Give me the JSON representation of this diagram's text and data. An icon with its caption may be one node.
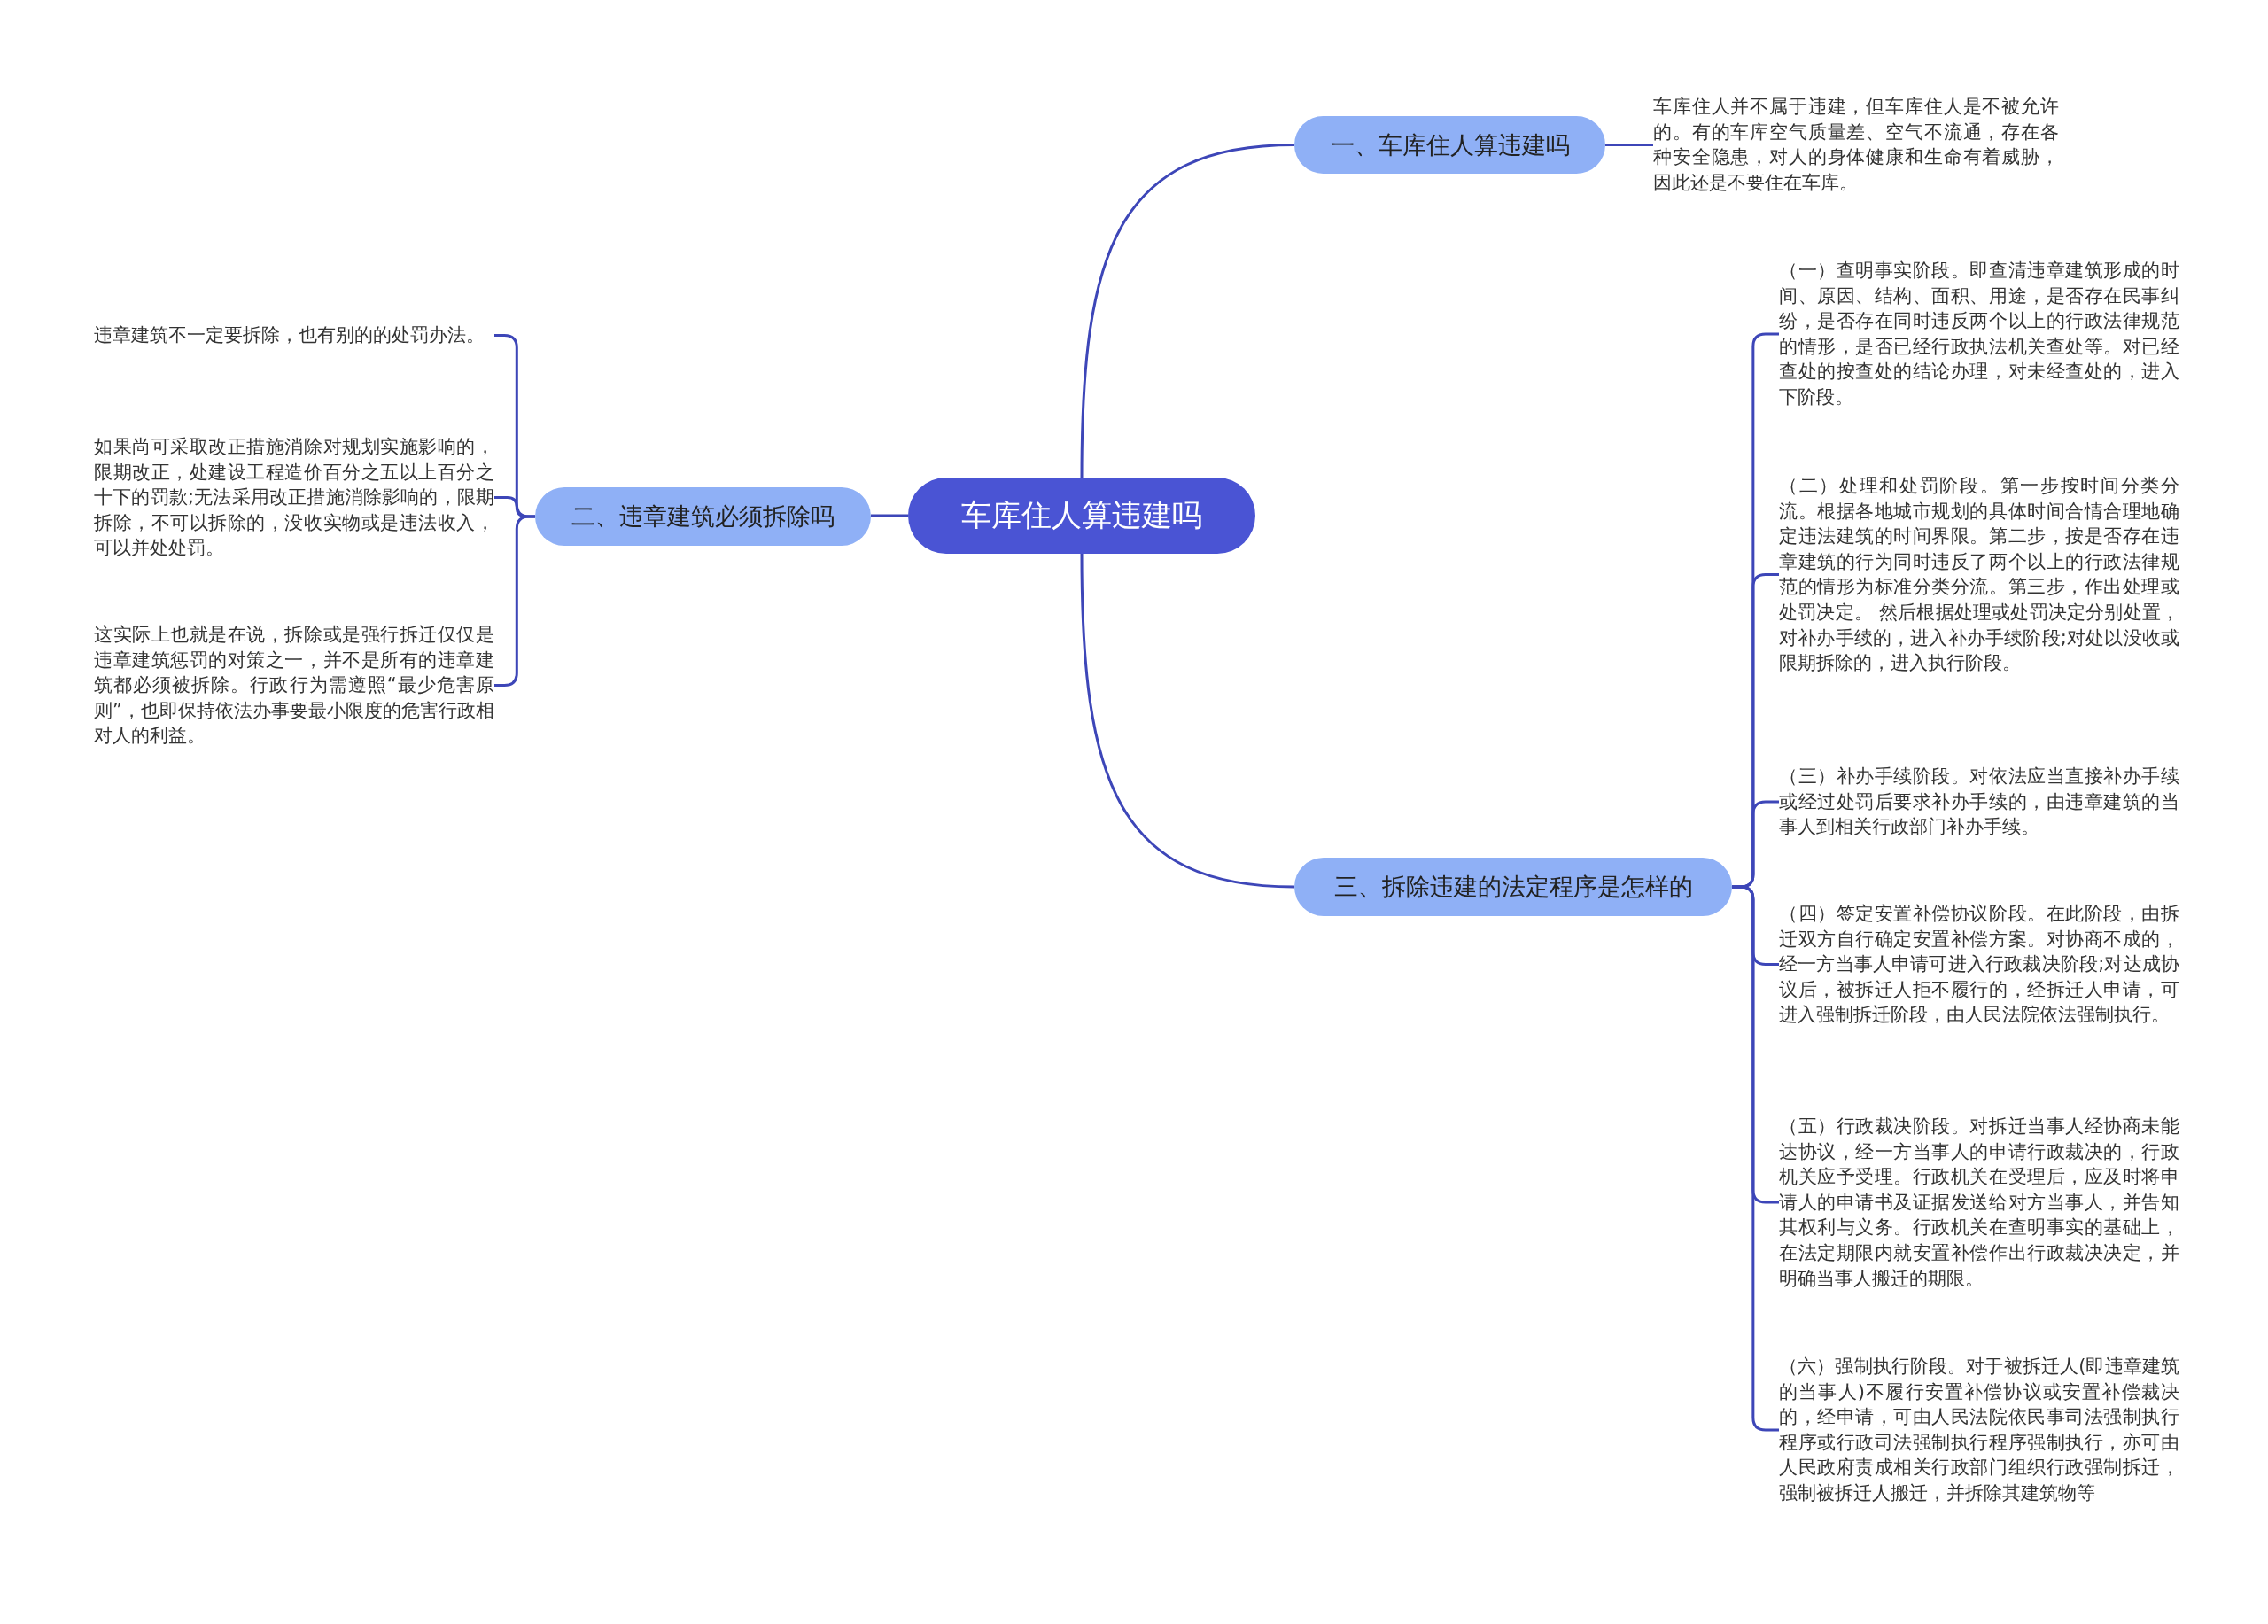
{
  "diagram": {
    "nodes": [
      {
        "text": [
          "车库住人算违建吗"
        ]
      },
      {
        "text": [
          "一、车库住人算违建吗"
        ]
      },
      {
        "text": [
          "车库住人并不属于违建，但车库住人是不被允许的。有的车库空气质量差、空气不流通，存在各种安全隐患，对人的身体健康和生命有着威胁，因此还是不要住在车库。"
        ]
      },
      {
        "text": [
          "二、违章建筑必须拆除吗"
        ]
      },
      {
        "text": [
          "违章建筑不一定要拆除，也有别的的处罚办法。"
        ]
      },
      {
        "text": [
          "如果尚可采取改正措施消除对规划实施影响的，限期改正，处建设工程造价百分之五以上百分之十下的罚款;无法采用改正措施消除影响的，限期拆除，不可以拆除的，没收实物或是违法收入，可以并处处罚。"
        ]
      },
      {
        "text": [
          "这实际上也就是在说，拆除或是强行拆迁仅仅是违章建筑惩罚的对策之一，并不是所有的违章建筑都必须被拆除。行政行为需遵照“最少危害原则”，也即保持依法办事要最小限度的危害行政相对人的利益。"
        ]
      },
      {
        "text": [
          "三、拆除违建的法定程序是怎样的"
        ]
      },
      {
        "text": [
          "（一）查明事实阶段。即查清违章建筑形成的时间、原因、结构、面积、用途，是否存在民事纠纷，是否存在同时违反两个以上的行政法律规范的情形，是否已经行政执法机关查处等。对已经查处的按查处的结论办理，对未经查处的，进入下阶段。"
        ]
      },
      {
        "text": [
          "（二）处理和处罚阶段。第一步按时间分类分流。根据各地城市规划的具体时间合情合理地确定违法建筑的时间界限。第二步，按是否存在违章建筑的行为同时违反了两个以上的行政法律规范的情形为标准分类分流。第三步，作出处理或处罚决定。 然后根据处理或处罚决定分别处置，对补办手续的，进入补办手续阶段;对处以没收或限期拆除的，进入执行阶段。"
        ]
      },
      {
        "text": [
          "（三）补办手续阶段。对依法应当直接补办手续或经过处罚后要求补办手续的，由违章建筑的当事人到相关行政部门补办手续。"
        ]
      },
      {
        "text": [
          "（四）签定安置补偿协议阶段。在此阶段，由拆迁双方自行确定安置补偿方案。对协商不成的，经一方当事人申请可进入行政裁决阶段;对达成协议后，被拆迁人拒不履行的，经拆迁人申请，可进入强制拆迁阶段，由人民法院依法强制执行。"
        ]
      },
      {
        "text": [
          "（五）行政裁决阶段。对拆迁当事人经协商未能达协议，经一方当事人的申请行政裁决的，行政机关应予受理。行政机关在受理后，应及时将申请人的申请书及证据发送给对方当事人，并告知其权利与义务。行政机关在查明事实的基础上，在法定期限内就安置补偿作出行政裁决决定，并明确当事人搬迁的期限。"
        ]
      },
      {
        "text": [
          "（六）强制执行阶段。对于被拆迁人(即违章建筑的当事人)不履行安置补偿协议或安置补偿裁决的，经申请，可由人民法院依民事司法强制执行程序或行政司法强制执行程序强制执行，亦可由人民政府责成相关行政部门组织行政强制拆迁，强制被拆迁人搬迁，并拆除其建筑物等"
        ]
      }
    ],
    "edges": [
      {
        "from": 0,
        "to": 1,
        "arrow": "none"
      },
      {
        "from": 0,
        "to": 3,
        "arrow": "none"
      },
      {
        "from": 0,
        "to": 7,
        "arrow": "none"
      },
      {
        "from": 1,
        "to": 2,
        "arrow": "none"
      },
      {
        "from": 3,
        "to": 4,
        "arrow": "none"
      },
      {
        "from": 3,
        "to": 5,
        "arrow": "none"
      },
      {
        "from": 3,
        "to": 6,
        "arrow": "none"
      },
      {
        "from": 7,
        "to": 8,
        "arrow": "none"
      },
      {
        "from": 7,
        "to": 9,
        "arrow": "none"
      },
      {
        "from": 7,
        "to": 10,
        "arrow": "none"
      },
      {
        "from": 7,
        "to": 11,
        "arrow": "none"
      },
      {
        "from": 7,
        "to": 12,
        "arrow": "none"
      },
      {
        "from": 7,
        "to": 13,
        "arrow": "none"
      }
    ]
  }
}
